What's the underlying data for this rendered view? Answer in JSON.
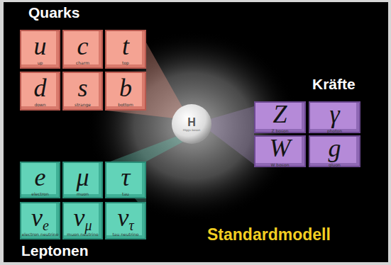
{
  "diagram": {
    "title": "Standardmodell",
    "nodes": [
      {
        "text": [
          "Quarks"
        ]
      },
      {
        "text": [
          "u",
          "up"
        ],
        "in": 0
      },
      {
        "text": [
          "c",
          "charm"
        ],
        "in": 0
      },
      {
        "text": [
          "t",
          "top"
        ],
        "in": 0
      },
      {
        "text": [
          "d",
          "down"
        ],
        "in": 0
      },
      {
        "text": [
          "s",
          "strange"
        ],
        "in": 0
      },
      {
        "text": [
          "b",
          "bottom"
        ],
        "in": 0
      },
      {
        "text": [
          "Kräfte"
        ]
      },
      {
        "text": [
          "Z",
          "Z boson"
        ],
        "in": 7
      },
      {
        "text": [
          "γ",
          "photon"
        ],
        "in": 7
      },
      {
        "text": [
          "W",
          "W boson"
        ],
        "in": 7
      },
      {
        "text": [
          "g",
          "gluon"
        ],
        "in": 7
      },
      {
        "text": [
          "H",
          "Higgs boson"
        ]
      },
      {
        "text": [
          "Leptonen"
        ]
      },
      {
        "text": [
          "e",
          "electron"
        ],
        "in": 13
      },
      {
        "text": [
          "μ",
          "muon"
        ],
        "in": 13
      },
      {
        "text": [
          "τ",
          "tau"
        ],
        "in": 13
      },
      {
        "text": [
          "νe",
          "electron neutrino"
        ],
        "in": 13
      },
      {
        "text": [
          "νμ",
          "muon neutrino"
        ],
        "in": 13
      },
      {
        "text": [
          "ντ",
          "tau neutrino"
        ],
        "in": 13
      }
    ]
  }
}
